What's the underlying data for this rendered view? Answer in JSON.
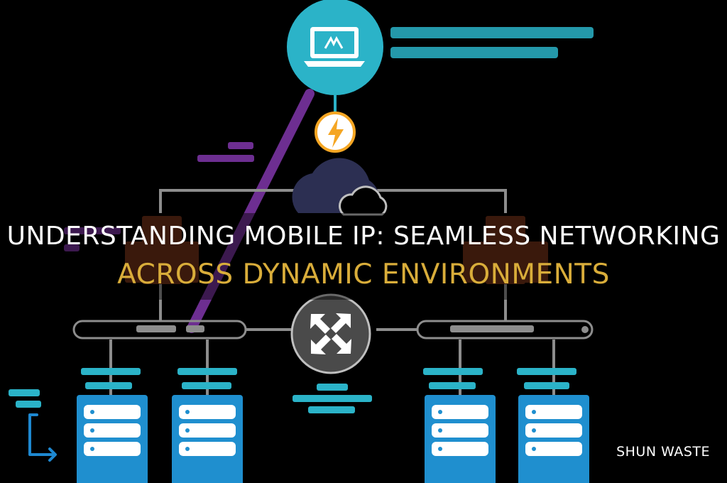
{
  "overlay": {
    "headline_line1": "UNDERSTANDING MOBILE IP: SEAMLESS NETWORKING",
    "headline_line2": "ACROSS DYNAMIC ENVIRONMENTS",
    "brand": "SHUN WASTE"
  },
  "colors": {
    "teal": "#2bb3c8",
    "tunnel_purple": "#6d2e91",
    "router_brown": "#6b2f16",
    "network_grey": "#8d8d8d",
    "cloud_navy": "#2c2f52",
    "server_blue": "#1f8fcf",
    "bolt_orange": "#f5a623",
    "headline_gold": "#d9ad3a",
    "arrow_blue": "#1e88d0"
  },
  "icons": [
    "laptop-icon",
    "lightning-icon",
    "cloud-icon",
    "router-icon",
    "server-icon",
    "return-arrow-icon"
  ]
}
